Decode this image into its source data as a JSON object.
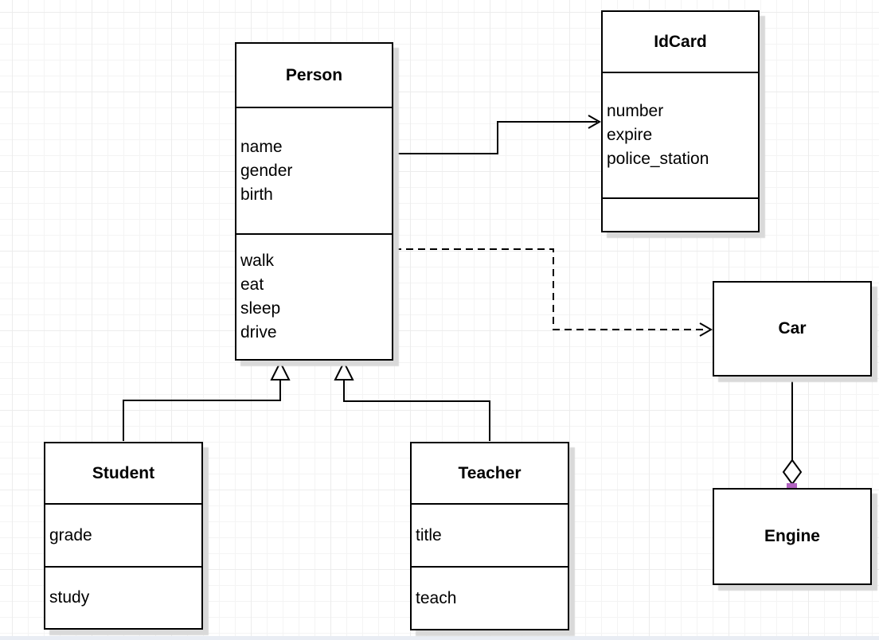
{
  "diagram": {
    "kind": "uml-class-diagram",
    "classes": {
      "person": {
        "title": "Person",
        "attributes": [
          "name",
          "gender",
          "birth"
        ],
        "methods": [
          "walk",
          "eat",
          "sleep",
          "drive"
        ]
      },
      "idcard": {
        "title": "IdCard",
        "attributes": [
          "number",
          "expire",
          "police_station"
        ],
        "methods": []
      },
      "car": {
        "title": "Car",
        "attributes": [],
        "methods": []
      },
      "engine": {
        "title": "Engine",
        "attributes": [],
        "methods": []
      },
      "student": {
        "title": "Student",
        "attributes": [
          "grade"
        ],
        "methods": [
          "study"
        ]
      },
      "teacher": {
        "title": "Teacher",
        "attributes": [
          "title"
        ],
        "methods": [
          "teach"
        ]
      }
    },
    "relationships": [
      {
        "type": "association",
        "from": "Person",
        "to": "IdCard",
        "line": "solid",
        "arrowhead": "open"
      },
      {
        "type": "dependency",
        "from": "Person",
        "to": "Car",
        "line": "dashed",
        "arrowhead": "open"
      },
      {
        "type": "generalization",
        "from": "Student",
        "to": "Person",
        "line": "solid",
        "arrowhead": "hollow-triangle"
      },
      {
        "type": "generalization",
        "from": "Teacher",
        "to": "Person",
        "line": "solid",
        "arrowhead": "hollow-triangle"
      },
      {
        "type": "aggregation",
        "from": "Car",
        "to": "Engine",
        "line": "solid",
        "decoration": "hollow-diamond",
        "endpoints": "fixed-point-handles"
      }
    ],
    "colors": {
      "stroke": "#000000",
      "box_fill": "#ffffff",
      "shadow": "#d9d9d9",
      "grid_minor": "#f4f4f4",
      "grid_major": "#ececec",
      "endpoint_handle": "#b263c1",
      "page_edge_strip": "#e9edf4"
    }
  }
}
